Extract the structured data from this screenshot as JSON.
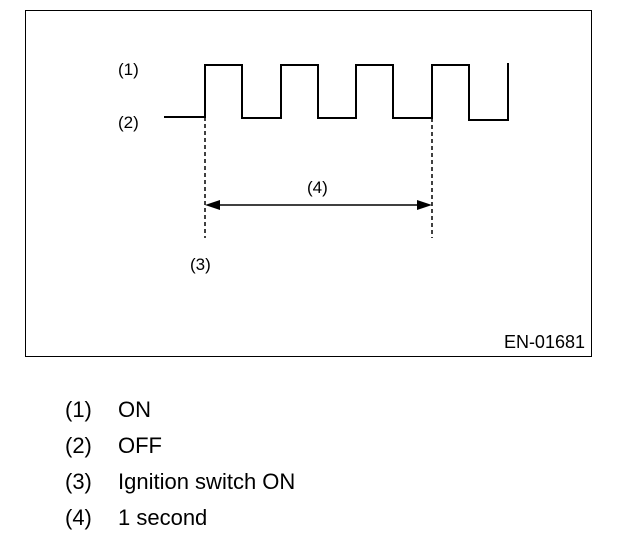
{
  "diagram": {
    "signal_labels": {
      "on": "(1)",
      "off": "(2)",
      "ignition_marker": "(3)",
      "interval": "(4)"
    },
    "figure_code": "EN-01681"
  },
  "legend": [
    {
      "key": "(1)",
      "text": "ON"
    },
    {
      "key": "(2)",
      "text": "OFF"
    },
    {
      "key": "(3)",
      "text": "Ignition switch ON"
    },
    {
      "key": "(4)",
      "text": "1 second"
    }
  ]
}
